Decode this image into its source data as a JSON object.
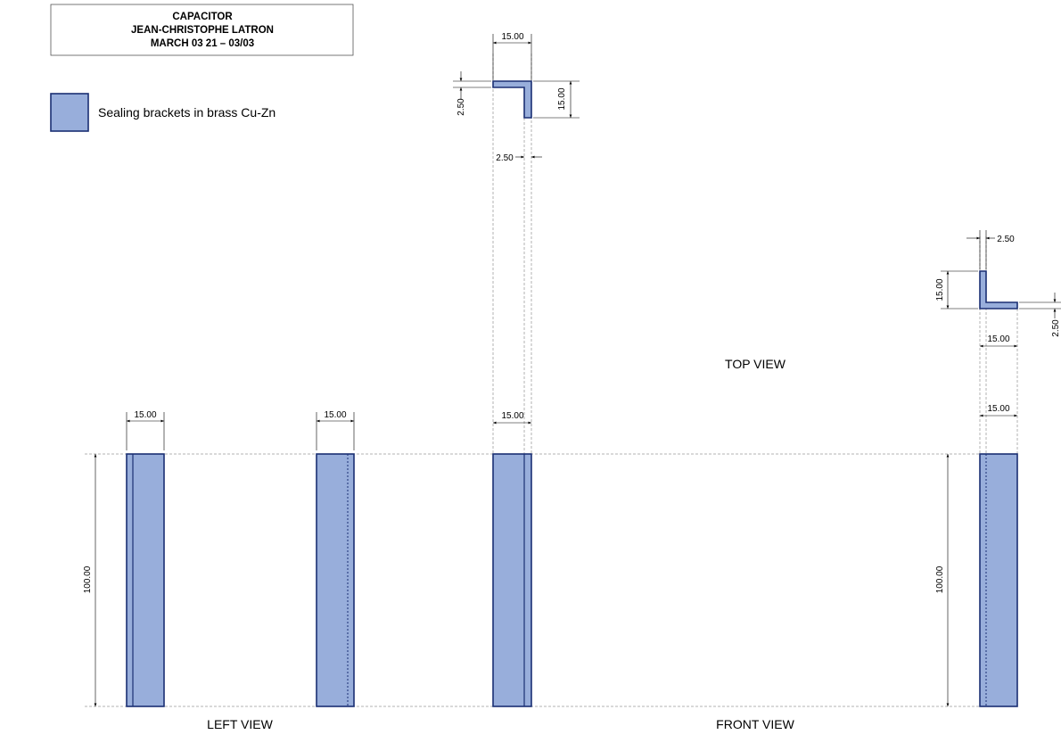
{
  "title_block": {
    "line1": "CAPACITOR",
    "line2": "JEAN-CHRISTOPHE LATRON",
    "line3": "MARCH 03 21  – 03/03"
  },
  "legend": {
    "swatch_color": "#98aedb",
    "label": "Sealing brackets in brass Cu-Zn"
  },
  "views": {
    "left": "LEFT VIEW",
    "front": "FRONT VIEW",
    "top": "TOP VIEW"
  },
  "dimensions": {
    "width": "15.00",
    "thickness": "2.50",
    "height": "100.00"
  },
  "colors": {
    "part_fill": "#98aedb",
    "part_stroke": "#1a2f73"
  }
}
